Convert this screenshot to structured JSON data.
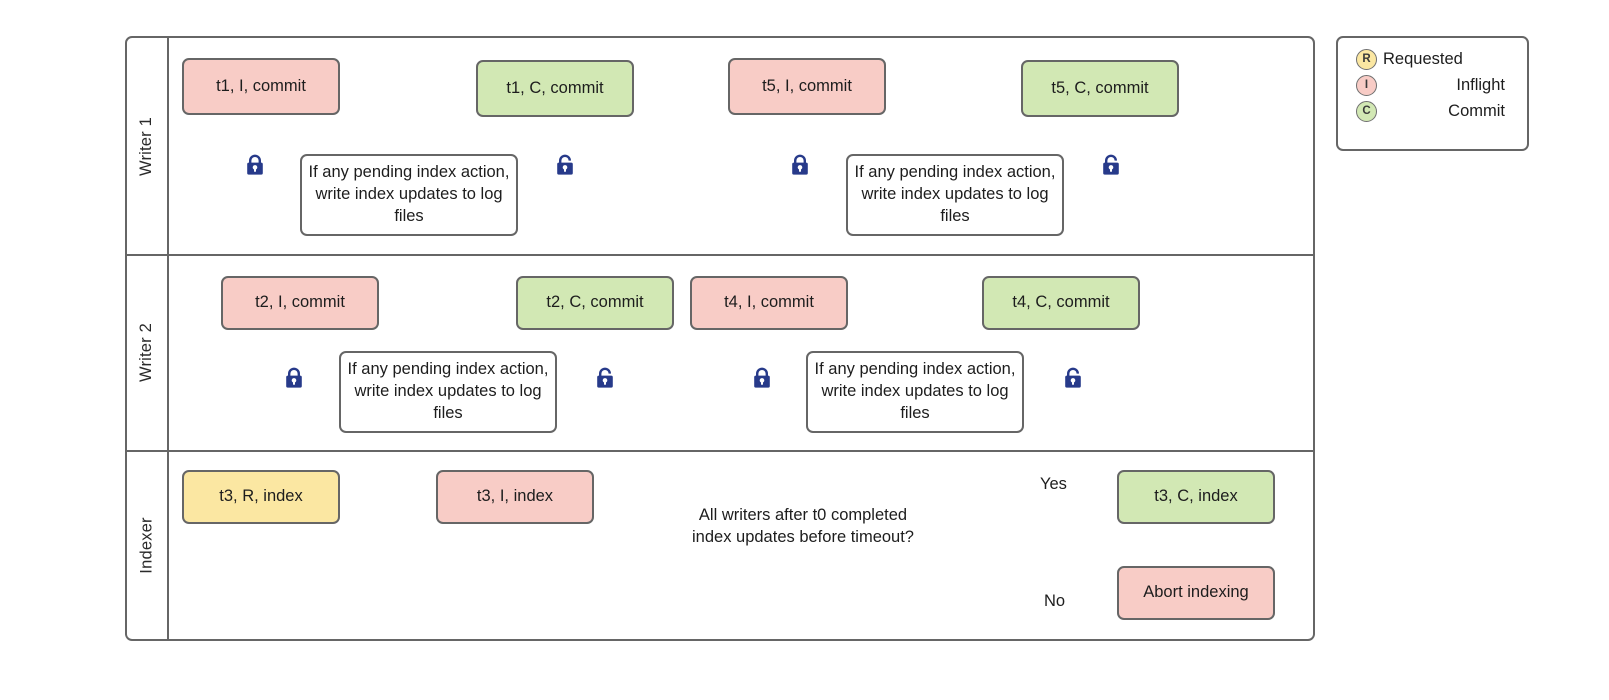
{
  "diagram": {
    "title": "Writer / Indexer commit-and-index swimlane flow",
    "colors": {
      "pink": "#f8ccc6",
      "green": "#d2e8b4",
      "yellow": "#fbe7a2",
      "white": "#ffffff",
      "stroke": "#666666",
      "lock": "#273a8a"
    },
    "lanes": [
      {
        "id": "writer1",
        "label": "Writer 1"
      },
      {
        "id": "writer2",
        "label": "Writer 2"
      },
      {
        "id": "indexer",
        "label": "Indexer"
      }
    ],
    "process_text": "If any pending index action, write index updates to log files",
    "nodes": {
      "w1_t1_i": "t1, I, commit",
      "w1_proc_a": "If any pending index action, write index updates to log files",
      "w1_t1_c": "t1, C, commit",
      "w1_t5_i": "t5, I, commit",
      "w1_proc_b": "If any pending index action, write index updates to log files",
      "w1_t5_c": "t5, C, commit",
      "w2_t2_i": "t2, I, commit",
      "w2_proc_a": "If any pending index action, write index updates to log files",
      "w2_t2_c": "t2, C, commit",
      "w2_t4_i": "t4, I, commit",
      "w2_proc_b": "If any pending index action, write index updates to log files",
      "w2_t4_c": "t4, C, commit",
      "ix_t3_r": "t3, R, index",
      "ix_t3_i": "t3, I, index",
      "ix_decision": "All writers after t0 completed index updates before timeout?",
      "ix_t3_c": "t3, C, index",
      "ix_abort": "Abort indexing"
    },
    "edge_labels": {
      "yes": "Yes",
      "no": "No"
    },
    "icons": {
      "lock_closed": "lock-closed-icon",
      "lock_open": "lock-open-icon"
    }
  },
  "legend": {
    "items": [
      {
        "badge": "R",
        "label": "Requested",
        "color": "#fbe7a2"
      },
      {
        "badge": "I",
        "label": "Inflight",
        "color": "#f8ccc6"
      },
      {
        "badge": "C",
        "label": "Commit",
        "color": "#d2e8b4"
      }
    ]
  }
}
